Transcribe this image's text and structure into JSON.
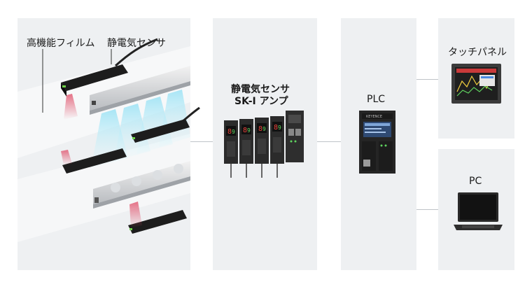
{
  "film_label": "高機能フィルム",
  "sensor_label": "静電気センサ",
  "amp_title_line1": "静電気センサ",
  "amp_title_line2": "SK-I アンプ",
  "plc_label": "PLC",
  "touch_panel_label": "タッチパネル",
  "pc_label": "PC",
  "device_brand": "KEYENCE",
  "colors": {
    "panel_bg": "#eef0f2",
    "connector": "#bfc3c8",
    "ion_beam": "#aeeaf6",
    "sensor_laser": "#e0506a",
    "device_body": "#2b2b2b",
    "amp_display_red": "#e8433a",
    "amp_display_green": "#5fd35f"
  },
  "icons": [
    "static-sensor-icon",
    "ionizer-bar-icon",
    "amplifier-unit-icon",
    "plc-unit-icon",
    "touch-panel-icon",
    "laptop-icon"
  ]
}
